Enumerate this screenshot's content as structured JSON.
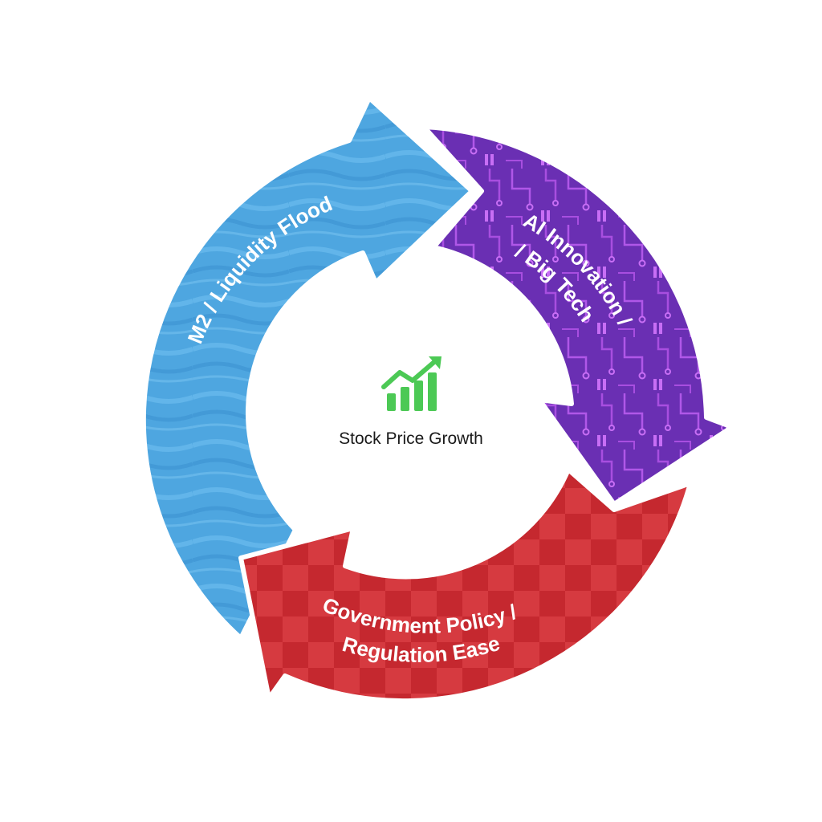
{
  "center": {
    "title": "Stock Price Growth",
    "icon": "chart-up-icon",
    "icon_color": "#4cc955"
  },
  "segments": [
    {
      "id": "liquidity",
      "label": "M2 / Liquidity Flood",
      "color": "#4ba3dd",
      "texture": "water"
    },
    {
      "id": "ai",
      "label_line1": "AI Innovation /",
      "label_line2": "/ Big Tech",
      "color": "#6a2fb3",
      "texture": "circuit"
    },
    {
      "id": "policy",
      "label_line1": "Government Policy /",
      "label_line2": "Regulation Ease",
      "color": "#d2343a",
      "texture": "checker"
    }
  ]
}
